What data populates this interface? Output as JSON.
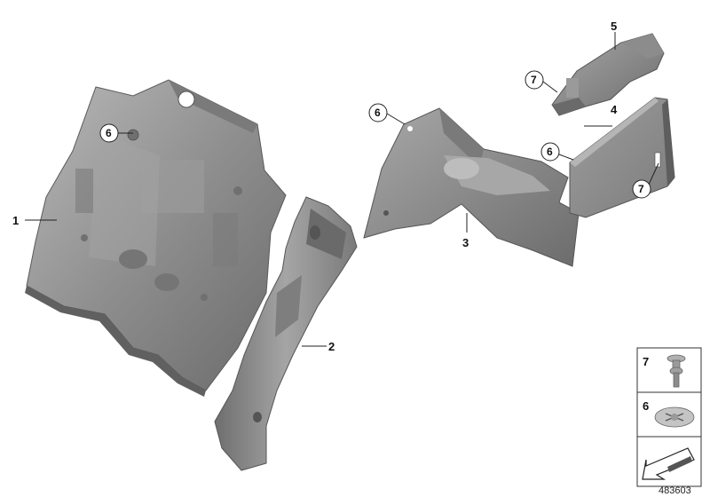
{
  "callouts": {
    "part_1": "1",
    "part_2": "2",
    "part_3": "3",
    "part_4": "4",
    "part_5": "5",
    "clip_on_part1": "6",
    "clip_on_part3": "6",
    "clip_on_part4": "6",
    "clip7_on_part5": "7",
    "clip7_on_part4": "7"
  },
  "legend": {
    "item_7": "7",
    "item_6": "6"
  },
  "drawing_number": "483603",
  "colors": {
    "part_fill": "#8c8c8c",
    "part_dark": "#5e5e5e",
    "part_light": "#b4b4b4",
    "line": "#222222"
  }
}
